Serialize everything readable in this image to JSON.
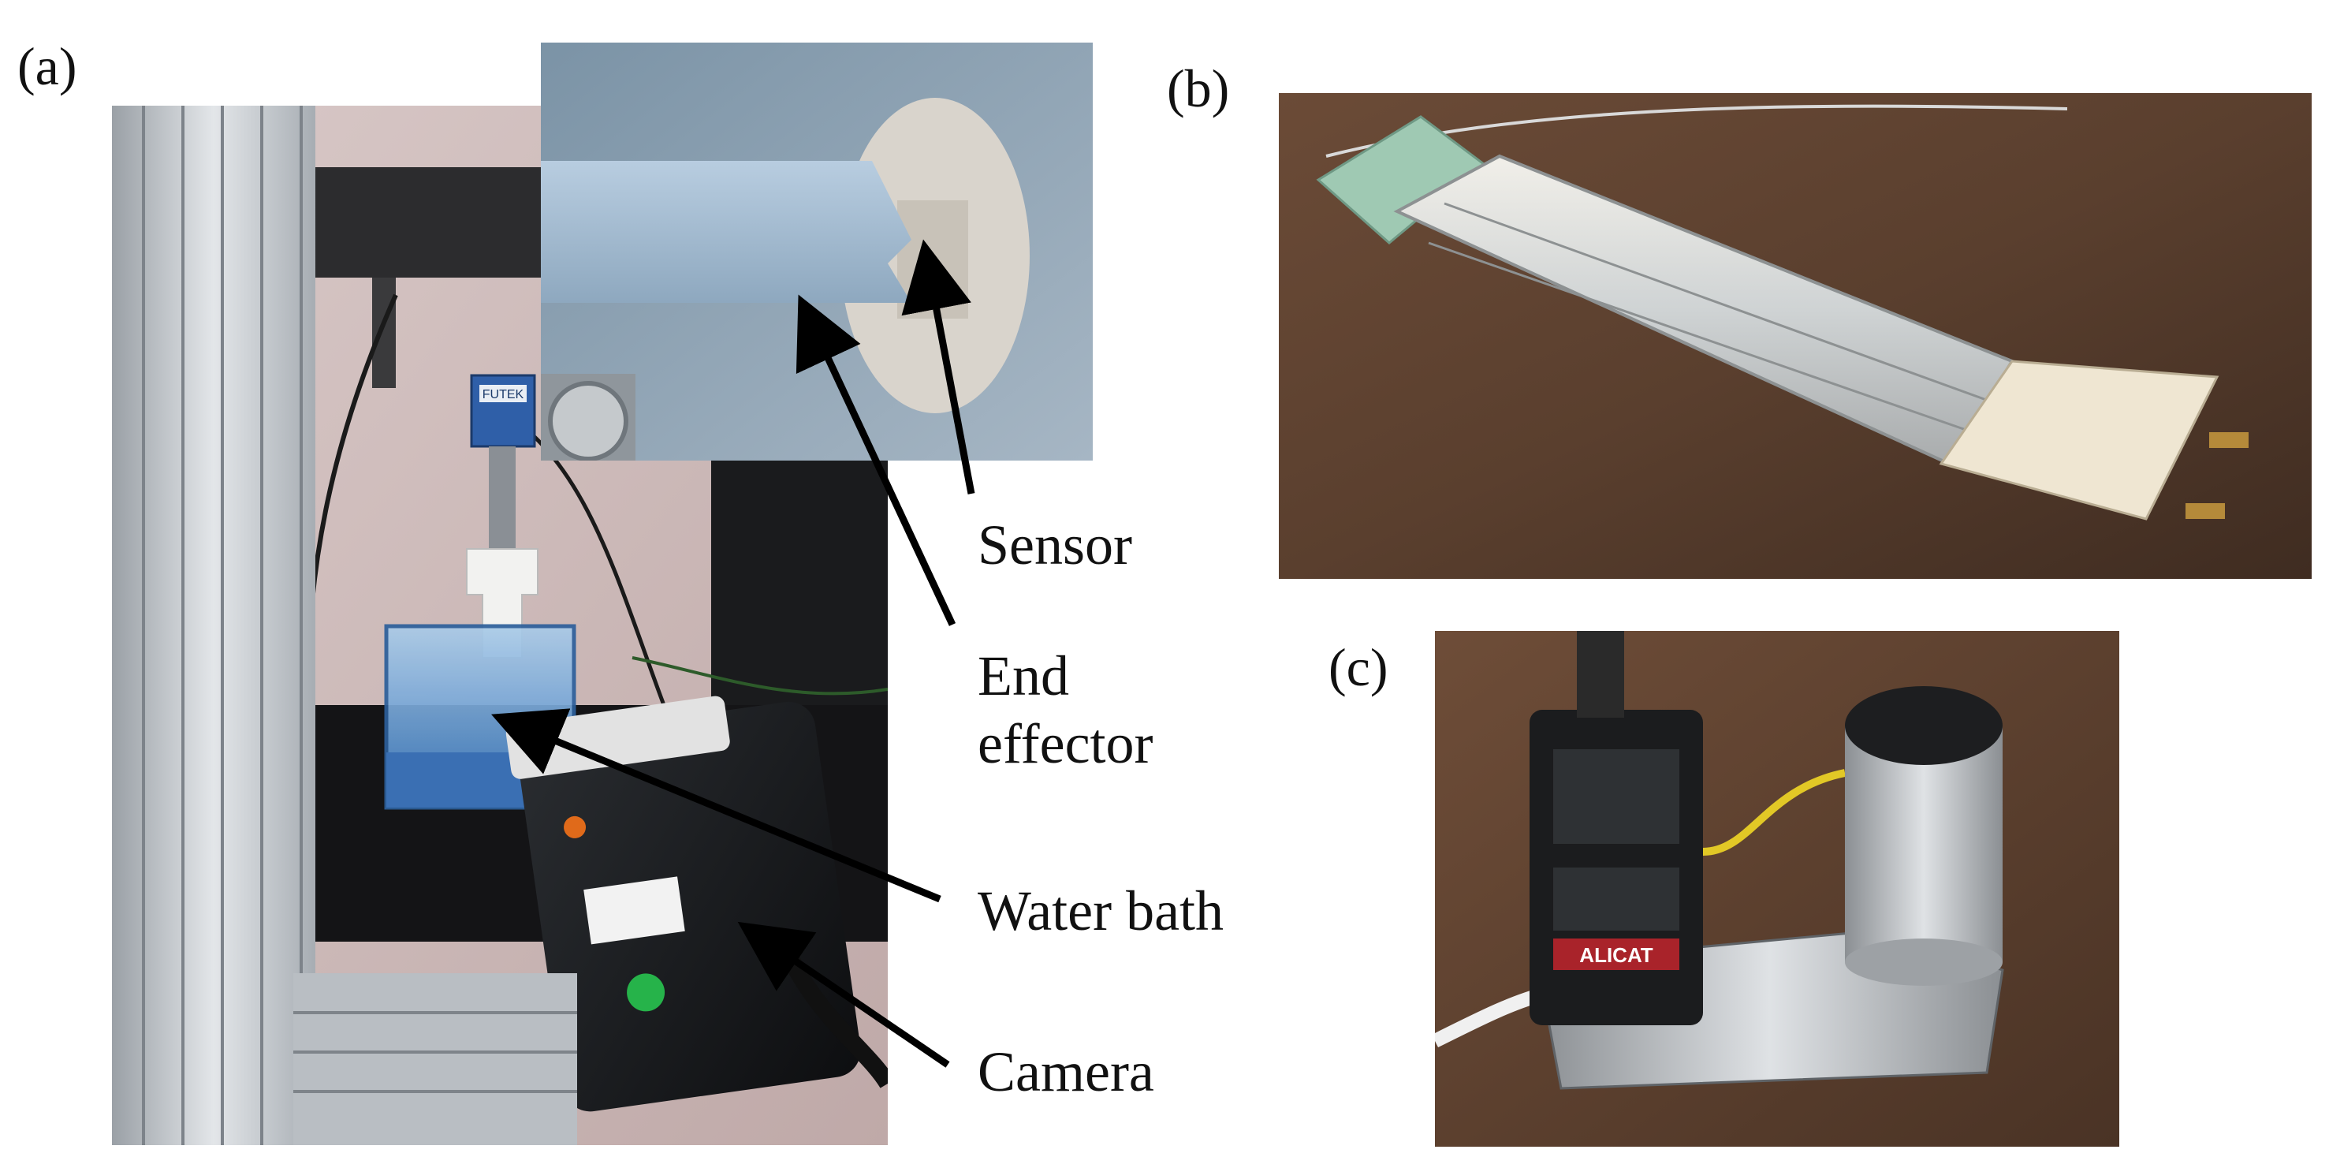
{
  "figure": {
    "panel_labels": [
      "(a)",
      "(b)",
      "(c)"
    ],
    "callouts": {
      "sensor": "Sensor",
      "end_effector_line1": "End",
      "end_effector_line2": "effector",
      "water_bath": "Water bath",
      "camera": "Camera"
    },
    "device_text": {
      "flow_meter_brand": "ALICAT",
      "load_cell_brand": "FUTEK"
    }
  },
  "colors": {
    "arrow": "#000000",
    "water_tint": "#5a9fd6",
    "table_wood": "#5a3f2e"
  }
}
